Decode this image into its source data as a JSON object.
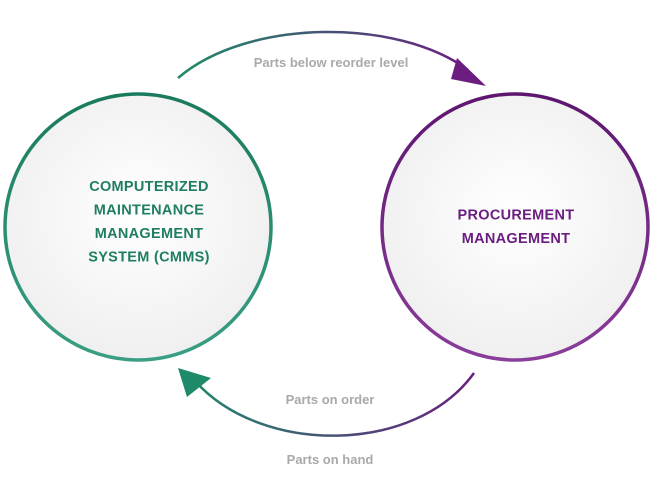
{
  "colors": {
    "cmms": "#1e7d62",
    "cmms_light": "#3a9e84",
    "procurement": "#6b1e80",
    "procurement_light": "#8a3d9a",
    "flow_label": "#a9a9a9"
  },
  "nodes": {
    "cmms": {
      "lines": [
        "COMPUTERIZED",
        "MAINTENANCE",
        "MANAGEMENT",
        "SYSTEM (CMMS)"
      ]
    },
    "procurement": {
      "lines": [
        "PROCUREMENT",
        "MANAGEMENT"
      ]
    }
  },
  "flows": {
    "top": "Parts below reorder level",
    "bottom_upper": "Parts on order",
    "bottom_lower": "Parts on hand"
  }
}
